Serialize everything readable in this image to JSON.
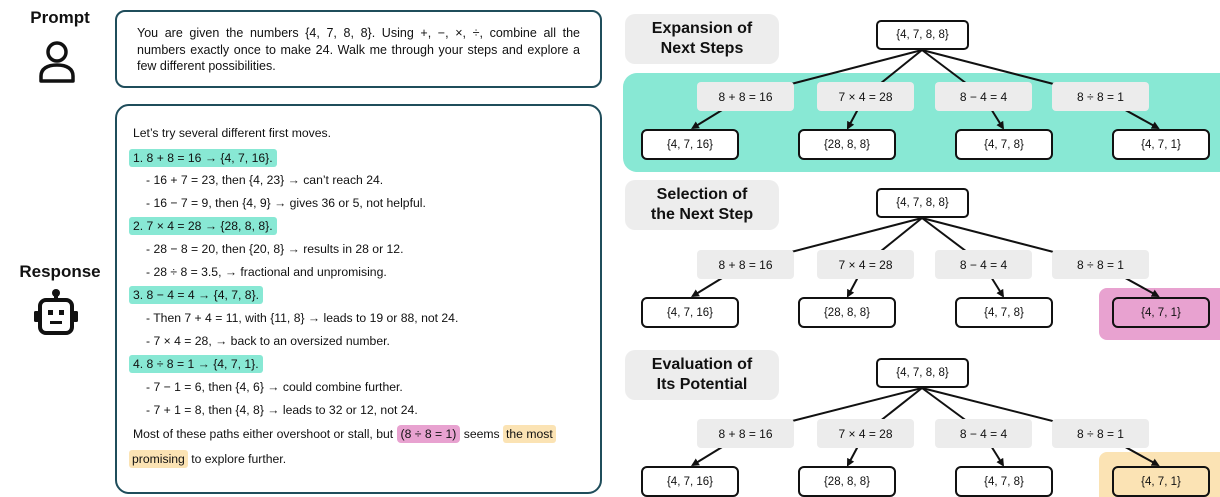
{
  "labels": {
    "prompt": "Prompt",
    "response": "Response"
  },
  "prompt_text": "You are given the numbers {4, 7, 8, 8}. Using +, −, ×, ÷, combine all the numbers exactly once to make 24. Walk me through your steps and explore a few different possibilities.",
  "response": {
    "intro": "Let’s try several different first moves.",
    "m1": "1. 8 + 8 = 16 → {4, 7, 16}.",
    "m1a": "- 16 + 7 = 23, then {4, 23} → can’t reach 24.",
    "m1b": "- 16 − 7 = 9, then {4, 9} → gives 36 or 5, not helpful.",
    "m2": "2. 7 × 4 = 28 → {28, 8, 8}.",
    "m2a": "- 28 − 8 = 20, then {20, 8} → results in 28 or 12.",
    "m2b": "- 28 ÷ 8 = 3.5, → fractional and unpromising.",
    "m3": "3. 8 − 4 = 4 → {4, 7, 8}.",
    "m3a": "- Then 7 + 4 = 11, with {11, 8} → leads to 19 or 88, not 24.",
    "m3b": "- 7 × 4 = 28, → back to an oversized number.",
    "m4": "4. 8 ÷ 8 = 1 → {4, 7, 1}.",
    "m4a": "- 7 − 1 = 6, then {4, 6} → could combine further.",
    "m4b": "- 7 + 1 = 8, then {4, 8} → leads to 32 or 12, not 24.",
    "concl_pre": "Most of these paths either overshoot or stall, but ",
    "concl_pink": "(8 ÷ 8 = 1)",
    "concl_mid": " seems ",
    "concl_orange1": "the most",
    "concl_orange2": "promising",
    "concl_end": " to explore further."
  },
  "stages": [
    {
      "title": "Expansion of\nNext Steps"
    },
    {
      "title": "Selection of\nthe Next Step"
    },
    {
      "title": "Evaluation of\nIts Potential"
    }
  ],
  "tree": {
    "root": "{4, 7, 8, 8}",
    "ops": [
      "8 + 8 = 16",
      "7 × 4 = 28",
      "8 − 4 = 4",
      "8 ÷ 8 = 1"
    ],
    "leaves": [
      "{4, 7, 16}",
      "{28, 8, 8}",
      "{4, 7, 8}",
      "{4, 7, 1}"
    ]
  },
  "colors": {
    "teal": "#88e8d4",
    "pink": "#e8a2d0",
    "orange": "#fbe3b4",
    "border": "#1f4d5b"
  }
}
